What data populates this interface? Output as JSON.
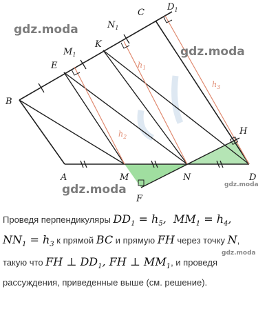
{
  "figure": {
    "points": {
      "A": "A",
      "B": "B",
      "C": "C",
      "D": "D",
      "E": "E",
      "F": "F",
      "H": "H",
      "K": "K",
      "M": "M",
      "N": "N",
      "M1": "M",
      "N1": "N",
      "D1": "D"
    },
    "subscript": "1",
    "heights": {
      "h1": "h",
      "h2": "h",
      "h3": "h",
      "s1": "1",
      "s2": "2",
      "s3": "3"
    },
    "colors": {
      "lines": "#222222",
      "heights": "#e08a70",
      "shade": "#8fd88f",
      "watermark": "#7c7c7c"
    }
  },
  "watermarks": {
    "top_left": "gdz.moda",
    "top_right": "gdz.moda",
    "bottom_left": "gdz.moda",
    "small_1": "gdz.moda",
    "small_2": "gdz.moda"
  },
  "text": {
    "l1_a": "Проведя перпендикуляры",
    "l1_dd": "DD",
    "l1_eq1": " = h",
    "l1_h5": "5",
    "l1_mm": "MM",
    "l1_eq2": " = h",
    "l1_h4": "4",
    "l2_nn": "NN",
    "l2_eq": " = h",
    "l2_h3": "3",
    "l2_b": "к прямой",
    "l2_bc": "BC",
    "l2_c": "и прямую",
    "l2_fh": "FH",
    "l2_d": "через точку",
    "l2_n": "N",
    "l3_a": "такую что",
    "l3_p1": "FH ⊥ DD",
    "l3_p2": "FH ⊥ MM",
    "l3_b": ", и проведя",
    "l4": "рассуждения, приведенные выше (см. решение).",
    "one": "1"
  }
}
